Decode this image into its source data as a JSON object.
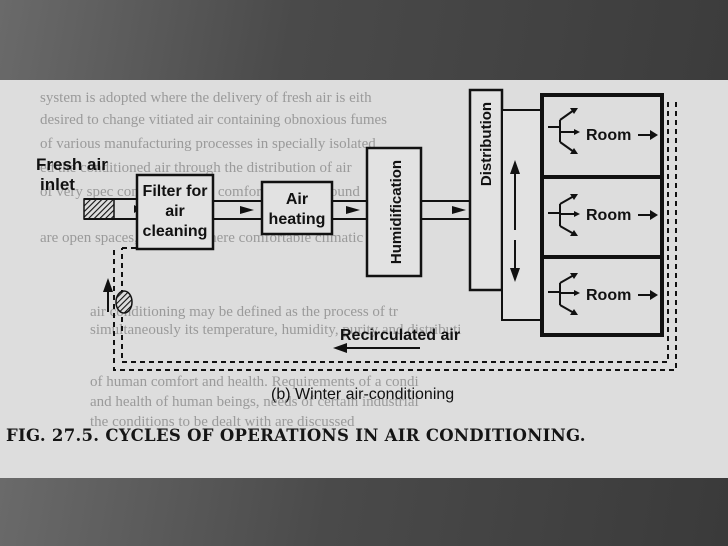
{
  "diagram": {
    "fresh_air_inlet": [
      "Fresh air",
      "inlet"
    ],
    "filter": [
      "Filter for",
      "air",
      "cleaning"
    ],
    "heating": [
      "Air",
      "heating"
    ],
    "humidification": "Humidification",
    "distribution": "Distribution",
    "rooms": [
      "Room",
      "Room",
      "Room"
    ],
    "recirculated": "Recirculated air",
    "subtitle": "(b) Winter air-conditioning"
  },
  "caption": "FIG. 27.5. CYCLES OF OPERATIONS IN AIR CONDITIONING.",
  "bleed_through": [
    "system is adopted where the delivery of fresh air is eith",
    "desired to change vitiated air containing obnoxious fumes",
    "of various manufacturing processes in specially isolated",
    "ed the conditioned air through the distribution of air",
    "of very spec conditioning for comfort to the surround",
    "are open spaces, in places where comfortable climatic",
    "air conditioning may be defined as the process of tr",
    "simultaneously its temperature, humidity, purity and distributi",
    "of human comfort and health. Requirements of a condi",
    "and health of human beings, needs of certain industrial",
    "the conditions to be dealt with are discussed"
  ]
}
